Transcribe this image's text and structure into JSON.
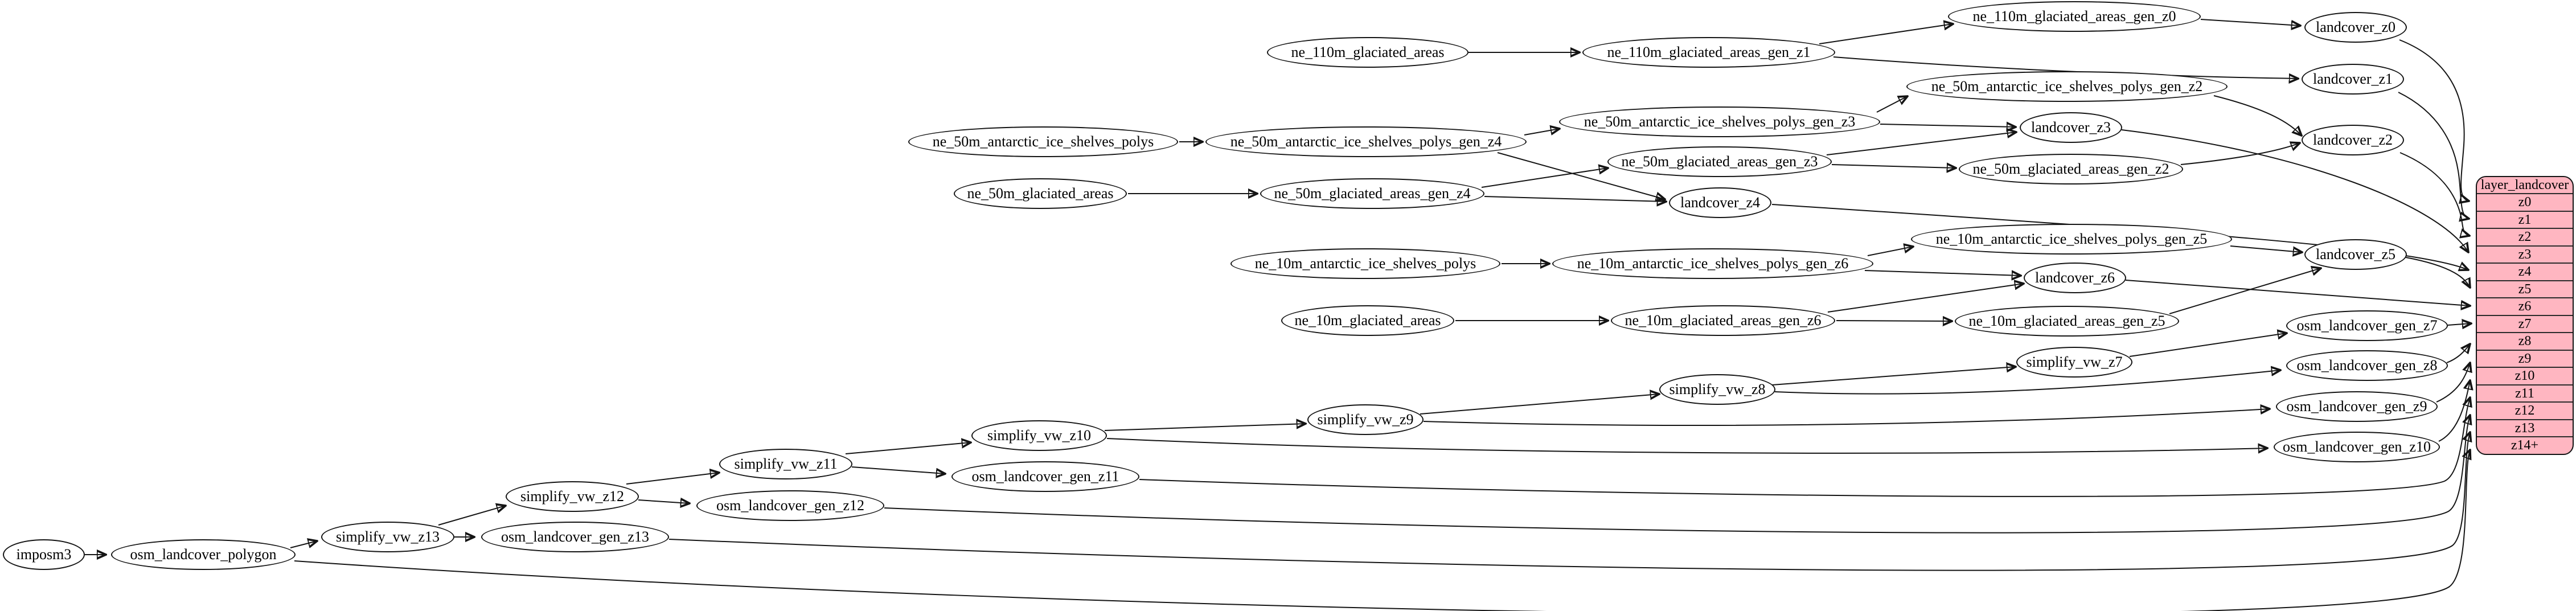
{
  "nodes": {
    "imposm3": "imposm3",
    "osm_landcover_polygon": "osm_landcover_polygon",
    "simplify_vw_z13": "simplify_vw_z13",
    "osm_landcover_gen_z13": "osm_landcover_gen_z13",
    "simplify_vw_z12": "simplify_vw_z12",
    "osm_landcover_gen_z12": "osm_landcover_gen_z12",
    "simplify_vw_z11": "simplify_vw_z11",
    "osm_landcover_gen_z11": "osm_landcover_gen_z11",
    "simplify_vw_z10": "simplify_vw_z10",
    "simplify_vw_z9": "simplify_vw_z9",
    "simplify_vw_z8": "simplify_vw_z8",
    "simplify_vw_z7": "simplify_vw_z7",
    "osm_landcover_gen_z7": "osm_landcover_gen_z7",
    "osm_landcover_gen_z8": "osm_landcover_gen_z8",
    "osm_landcover_gen_z9": "osm_landcover_gen_z9",
    "osm_landcover_gen_z10": "osm_landcover_gen_z10",
    "ne_10m_glaciated_areas": "ne_10m_glaciated_areas",
    "ne_10m_glaciated_areas_gen_z6": "ne_10m_glaciated_areas_gen_z6",
    "ne_10m_glaciated_areas_gen_z5": "ne_10m_glaciated_areas_gen_z5",
    "ne_10m_antarctic_ice_shelves_polys": "ne_10m_antarctic_ice_shelves_polys",
    "ne_10m_antarctic_ice_shelves_polys_gen_z6": "ne_10m_antarctic_ice_shelves_polys_gen_z6",
    "ne_10m_antarctic_ice_shelves_polys_gen_z5": "ne_10m_antarctic_ice_shelves_polys_gen_z5",
    "landcover_z6": "landcover_z6",
    "landcover_z5": "landcover_z5",
    "ne_50m_glaciated_areas": "ne_50m_glaciated_areas",
    "ne_50m_glaciated_areas_gen_z4": "ne_50m_glaciated_areas_gen_z4",
    "ne_50m_glaciated_areas_gen_z3": "ne_50m_glaciated_areas_gen_z3",
    "ne_50m_glaciated_areas_gen_z2": "ne_50m_glaciated_areas_gen_z2",
    "landcover_z4": "landcover_z4",
    "ne_50m_antarctic_ice_shelves_polys": "ne_50m_antarctic_ice_shelves_polys",
    "ne_50m_antarctic_ice_shelves_polys_gen_z4": "ne_50m_antarctic_ice_shelves_polys_gen_z4",
    "ne_50m_antarctic_ice_shelves_polys_gen_z3": "ne_50m_antarctic_ice_shelves_polys_gen_z3",
    "ne_50m_antarctic_ice_shelves_polys_gen_z2": "ne_50m_antarctic_ice_shelves_polys_gen_z2",
    "landcover_z3": "landcover_z3",
    "landcover_z2": "landcover_z2",
    "landcover_z1": "landcover_z1",
    "landcover_z0": "landcover_z0",
    "ne_110m_glaciated_areas": "ne_110m_glaciated_areas",
    "ne_110m_glaciated_areas_gen_z1": "ne_110m_glaciated_areas_gen_z1",
    "ne_110m_glaciated_areas_gen_z0": "ne_110m_glaciated_areas_gen_z0"
  },
  "table": {
    "title": "layer_landcover",
    "rows": [
      "z0",
      "z1",
      "z2",
      "z3",
      "z4",
      "z5",
      "z6",
      "z7",
      "z8",
      "z9",
      "z10",
      "z11",
      "z12",
      "z13",
      "z14+"
    ],
    "fill": "#ffb6c1",
    "stroke": "#141414"
  },
  "edges": [
    {
      "from": "imposm3",
      "to": "osm_landcover_polygon"
    },
    {
      "from": "osm_landcover_polygon",
      "to": "simplify_vw_z13"
    },
    {
      "from": "osm_landcover_polygon",
      "to": "layer_landcover.z14+"
    },
    {
      "from": "simplify_vw_z13",
      "to": "osm_landcover_gen_z13"
    },
    {
      "from": "simplify_vw_z13",
      "to": "simplify_vw_z12"
    },
    {
      "from": "osm_landcover_gen_z13",
      "to": "layer_landcover.z13"
    },
    {
      "from": "simplify_vw_z12",
      "to": "osm_landcover_gen_z12"
    },
    {
      "from": "simplify_vw_z12",
      "to": "simplify_vw_z11"
    },
    {
      "from": "osm_landcover_gen_z12",
      "to": "layer_landcover.z12"
    },
    {
      "from": "simplify_vw_z11",
      "to": "osm_landcover_gen_z11"
    },
    {
      "from": "simplify_vw_z11",
      "to": "simplify_vw_z10"
    },
    {
      "from": "osm_landcover_gen_z11",
      "to": "layer_landcover.z11"
    },
    {
      "from": "simplify_vw_z10",
      "to": "simplify_vw_z9"
    },
    {
      "from": "simplify_vw_z10",
      "to": "osm_landcover_gen_z10"
    },
    {
      "from": "osm_landcover_gen_z10",
      "to": "layer_landcover.z10"
    },
    {
      "from": "simplify_vw_z9",
      "to": "simplify_vw_z8"
    },
    {
      "from": "simplify_vw_z9",
      "to": "osm_landcover_gen_z9"
    },
    {
      "from": "osm_landcover_gen_z9",
      "to": "layer_landcover.z9"
    },
    {
      "from": "simplify_vw_z8",
      "to": "simplify_vw_z7"
    },
    {
      "from": "simplify_vw_z8",
      "to": "osm_landcover_gen_z8"
    },
    {
      "from": "osm_landcover_gen_z8",
      "to": "layer_landcover.z8"
    },
    {
      "from": "simplify_vw_z7",
      "to": "osm_landcover_gen_z7"
    },
    {
      "from": "osm_landcover_gen_z7",
      "to": "layer_landcover.z7"
    },
    {
      "from": "ne_110m_glaciated_areas",
      "to": "ne_110m_glaciated_areas_gen_z1"
    },
    {
      "from": "ne_110m_glaciated_areas_gen_z1",
      "to": "ne_110m_glaciated_areas_gen_z0"
    },
    {
      "from": "ne_110m_glaciated_areas_gen_z1",
      "to": "landcover_z1"
    },
    {
      "from": "ne_110m_glaciated_areas_gen_z0",
      "to": "landcover_z0"
    },
    {
      "from": "landcover_z0",
      "to": "layer_landcover.z0"
    },
    {
      "from": "landcover_z1",
      "to": "layer_landcover.z1"
    },
    {
      "from": "ne_50m_antarctic_ice_shelves_polys",
      "to": "ne_50m_antarctic_ice_shelves_polys_gen_z4"
    },
    {
      "from": "ne_50m_antarctic_ice_shelves_polys_gen_z4",
      "to": "ne_50m_antarctic_ice_shelves_polys_gen_z3"
    },
    {
      "from": "ne_50m_antarctic_ice_shelves_polys_gen_z4",
      "to": "landcover_z4"
    },
    {
      "from": "ne_50m_antarctic_ice_shelves_polys_gen_z3",
      "to": "ne_50m_antarctic_ice_shelves_polys_gen_z2"
    },
    {
      "from": "ne_50m_antarctic_ice_shelves_polys_gen_z3",
      "to": "landcover_z3"
    },
    {
      "from": "ne_50m_antarctic_ice_shelves_polys_gen_z2",
      "to": "landcover_z2"
    },
    {
      "from": "ne_50m_glaciated_areas",
      "to": "ne_50m_glaciated_areas_gen_z4"
    },
    {
      "from": "ne_50m_glaciated_areas_gen_z4",
      "to": "ne_50m_glaciated_areas_gen_z3"
    },
    {
      "from": "ne_50m_glaciated_areas_gen_z4",
      "to": "landcover_z4"
    },
    {
      "from": "ne_50m_glaciated_areas_gen_z3",
      "to": "ne_50m_glaciated_areas_gen_z2"
    },
    {
      "from": "ne_50m_glaciated_areas_gen_z3",
      "to": "landcover_z3"
    },
    {
      "from": "ne_50m_glaciated_areas_gen_z2",
      "to": "landcover_z2"
    },
    {
      "from": "landcover_z2",
      "to": "layer_landcover.z2"
    },
    {
      "from": "landcover_z3",
      "to": "layer_landcover.z3"
    },
    {
      "from": "landcover_z4",
      "to": "layer_landcover.z4"
    },
    {
      "from": "ne_10m_antarctic_ice_shelves_polys",
      "to": "ne_10m_antarctic_ice_shelves_polys_gen_z6"
    },
    {
      "from": "ne_10m_antarctic_ice_shelves_polys_gen_z6",
      "to": "ne_10m_antarctic_ice_shelves_polys_gen_z5"
    },
    {
      "from": "ne_10m_antarctic_ice_shelves_polys_gen_z6",
      "to": "landcover_z6"
    },
    {
      "from": "ne_10m_antarctic_ice_shelves_polys_gen_z5",
      "to": "landcover_z5"
    },
    {
      "from": "ne_10m_glaciated_areas",
      "to": "ne_10m_glaciated_areas_gen_z6"
    },
    {
      "from": "ne_10m_glaciated_areas_gen_z6",
      "to": "ne_10m_glaciated_areas_gen_z5"
    },
    {
      "from": "ne_10m_glaciated_areas_gen_z6",
      "to": "landcover_z6"
    },
    {
      "from": "ne_10m_glaciated_areas_gen_z5",
      "to": "landcover_z5"
    },
    {
      "from": "landcover_z5",
      "to": "layer_landcover.z5"
    },
    {
      "from": "landcover_z6",
      "to": "layer_landcover.z6"
    }
  ]
}
